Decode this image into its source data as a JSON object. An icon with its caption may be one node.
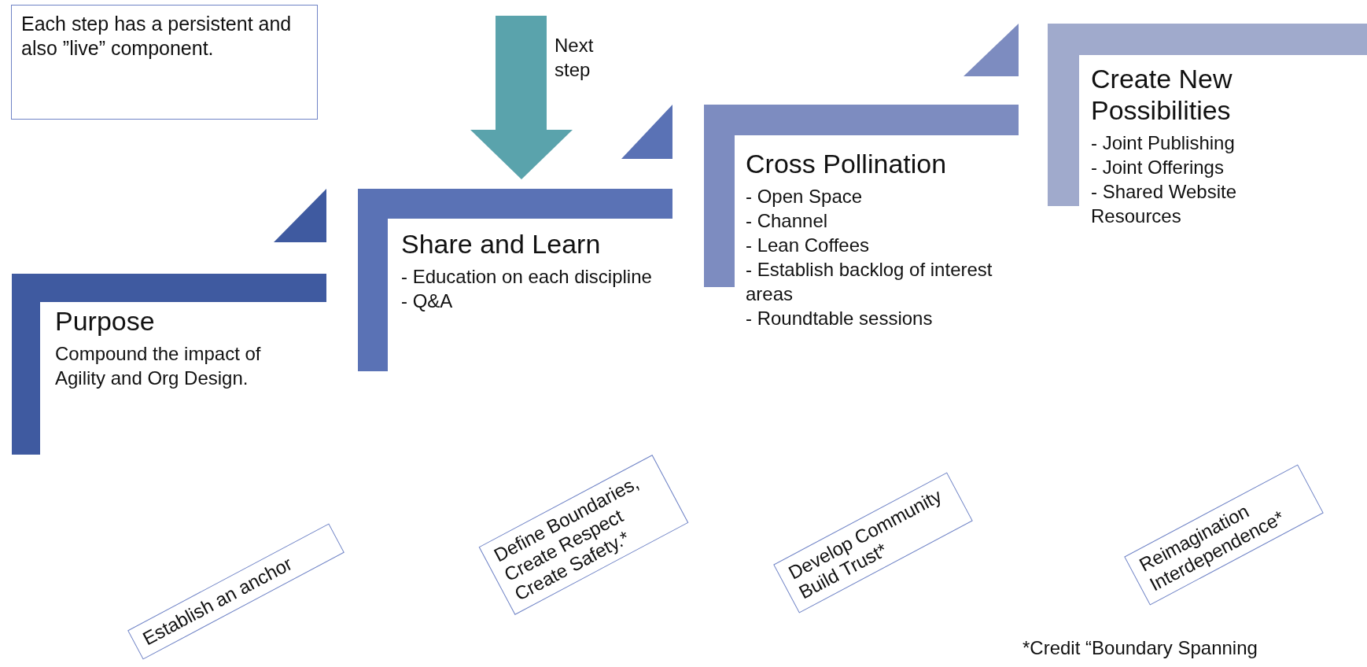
{
  "diagram": {
    "nodes": [
      {
        "text": [
          "Each step has a persistent and also ”live” component."
        ]
      },
      {
        "text": [
          "Purpose",
          "Compound the impact of Agility and Org Design."
        ]
      },
      {
        "text": [
          "Share and Learn",
          "- Education on each discipline",
          "- Q&A"
        ]
      },
      {
        "text": [
          "Cross Pollination",
          "- Open Space",
          "- Channel",
          "- Lean Coffees",
          "- Establish backlog of interest areas",
          "- Roundtable sessions"
        ]
      },
      {
        "text": [
          "Create New Possibilities",
          "- Joint Publishing",
          "- Joint Offerings",
          "- Shared Website Resources"
        ]
      },
      {
        "text": [
          "Establish an anchor"
        ]
      },
      {
        "text": [
          "Define Boundaries, Create Respect Create Safety.*"
        ]
      },
      {
        "text": [
          "Develop Community Build Trust*"
        ]
      },
      {
        "text": [
          "Reimagination Interdependence*"
        ]
      }
    ],
    "labels": [
      "Next step",
      "*Credit “Boundary Spanning"
    ]
  }
}
